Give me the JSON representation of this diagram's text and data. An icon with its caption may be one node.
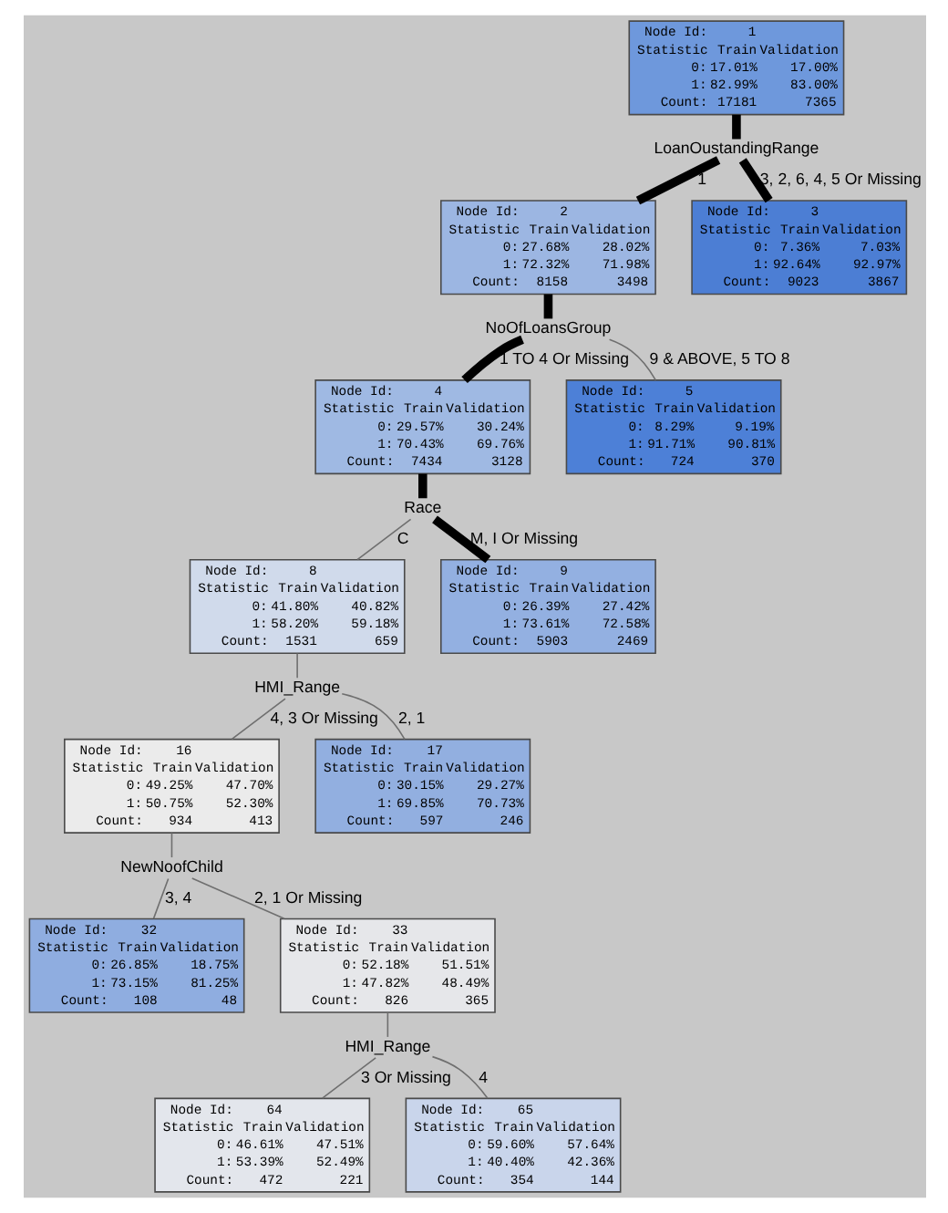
{
  "diagram": {
    "nodes": [
      {
        "text": [
          "Node Id:",
          "1",
          "Statistic",
          "Train",
          "Validation",
          "0:",
          "17.01%",
          "17.00%",
          "1:",
          "82.99%",
          "83.00%",
          "Count:",
          "17181",
          "7365"
        ]
      },
      {
        "text": [
          "LoanOustandingRange"
        ]
      },
      {
        "text": [
          "Node Id:",
          "2",
          "Statistic",
          "Train",
          "Validation",
          "0:",
          "27.68%",
          "28.02%",
          "1:",
          "72.32%",
          "71.98%",
          "Count:",
          "8158",
          "3498"
        ]
      },
      {
        "text": [
          "Node Id:",
          "3",
          "Statistic",
          "Train",
          "Validation",
          "0:",
          "7.36%",
          "7.03%",
          "1:",
          "92.64%",
          "92.97%",
          "Count:",
          "9023",
          "3867"
        ]
      },
      {
        "text": [
          "NoOfLoansGroup"
        ]
      },
      {
        "text": [
          "Node Id:",
          "4",
          "Statistic",
          "Train",
          "Validation",
          "0:",
          "29.57%",
          "30.24%",
          "1:",
          "70.43%",
          "69.76%",
          "Count:",
          "7434",
          "3128"
        ]
      },
      {
        "text": [
          "Node Id:",
          "5",
          "Statistic",
          "Train",
          "Validation",
          "0:",
          "8.29%",
          "9.19%",
          "1:",
          "91.71%",
          "90.81%",
          "Count:",
          "724",
          "370"
        ]
      },
      {
        "text": [
          "Race"
        ]
      },
      {
        "text": [
          "Node Id:",
          "8",
          "Statistic",
          "Train",
          "Validation",
          "0:",
          "41.80%",
          "40.82%",
          "1:",
          "58.20%",
          "59.18%",
          "Count:",
          "1531",
          "659"
        ]
      },
      {
        "text": [
          "Node Id:",
          "9",
          "Statistic",
          "Train",
          "Validation",
          "0:",
          "26.39%",
          "27.42%",
          "1:",
          "73.61%",
          "72.58%",
          "Count:",
          "5903",
          "2469"
        ]
      },
      {
        "text": [
          "HMI_Range"
        ]
      },
      {
        "text": [
          "Node Id:",
          "16",
          "Statistic",
          "Train",
          "Validation",
          "0:",
          "49.25%",
          "47.70%",
          "1:",
          "50.75%",
          "52.30%",
          "Count:",
          "934",
          "413"
        ]
      },
      {
        "text": [
          "Node Id:",
          "17",
          "Statistic",
          "Train",
          "Validation",
          "0:",
          "30.15%",
          "29.27%",
          "1:",
          "69.85%",
          "70.73%",
          "Count:",
          "597",
          "246"
        ]
      },
      {
        "text": [
          "NewNoofChild"
        ]
      },
      {
        "text": [
          "Node Id:",
          "32",
          "Statistic",
          "Train",
          "Validation",
          "0:",
          "26.85%",
          "18.75%",
          "1:",
          "73.15%",
          "81.25%",
          "Count:",
          "108",
          "48"
        ]
      },
      {
        "text": [
          "Node Id:",
          "33",
          "Statistic",
          "Train",
          "Validation",
          "0:",
          "52.18%",
          "51.51%",
          "1:",
          "47.82%",
          "48.49%",
          "Count:",
          "826",
          "365"
        ]
      },
      {
        "text": [
          "HMI_Range"
        ]
      },
      {
        "text": [
          "Node Id:",
          "64",
          "Statistic",
          "Train",
          "Validation",
          "0:",
          "46.61%",
          "47.51%",
          "1:",
          "53.39%",
          "52.49%",
          "Count:",
          "472",
          "221"
        ]
      },
      {
        "text": [
          "Node Id:",
          "65",
          "Statistic",
          "Train",
          "Validation",
          "0:",
          "59.60%",
          "57.64%",
          "1:",
          "40.40%",
          "42.36%",
          "Count:",
          "354",
          "144"
        ]
      }
    ],
    "edges": [
      {
        "from": 0,
        "to": 1,
        "arrow": "none",
        "style": "thick",
        "color": "#000000"
      },
      {
        "from": 1,
        "to": 2,
        "arrow": "none",
        "label": "1",
        "style": "thick",
        "color": "#000000"
      },
      {
        "from": 1,
        "to": 3,
        "arrow": "none",
        "label": "3, 2, 6, 4, 5 Or Missing",
        "style": "thick",
        "color": "#000000"
      },
      {
        "from": 2,
        "to": 4,
        "arrow": "none",
        "style": "thick",
        "color": "#000000"
      },
      {
        "from": 4,
        "to": 5,
        "arrow": "none",
        "label": "1 TO 4 Or Missing",
        "style": "thick",
        "color": "#000000"
      },
      {
        "from": 4,
        "to": 6,
        "arrow": "none",
        "label": "9 & ABOVE, 5 TO 8"
      },
      {
        "from": 5,
        "to": 7,
        "arrow": "none",
        "style": "thick",
        "color": "#000000"
      },
      {
        "from": 7,
        "to": 8,
        "arrow": "none",
        "label": "C"
      },
      {
        "from": 7,
        "to": 9,
        "arrow": "none",
        "label": "M, I Or Missing",
        "style": "thick",
        "color": "#000000"
      },
      {
        "from": 8,
        "to": 10,
        "arrow": "none"
      },
      {
        "from": 10,
        "to": 11,
        "arrow": "none",
        "label": "4, 3 Or Missing"
      },
      {
        "from": 10,
        "to": 12,
        "arrow": "none",
        "label": "2, 1"
      },
      {
        "from": 11,
        "to": 13,
        "arrow": "none"
      },
      {
        "from": 13,
        "to": 14,
        "arrow": "none",
        "label": "3, 4"
      },
      {
        "from": 13,
        "to": 15,
        "arrow": "none",
        "label": "2, 1 Or Missing"
      },
      {
        "from": 15,
        "to": 16,
        "arrow": "none"
      },
      {
        "from": 16,
        "to": 17,
        "arrow": "none",
        "label": "3 Or Missing"
      },
      {
        "from": 16,
        "to": 18,
        "arrow": "none",
        "label": "4"
      }
    ]
  }
}
